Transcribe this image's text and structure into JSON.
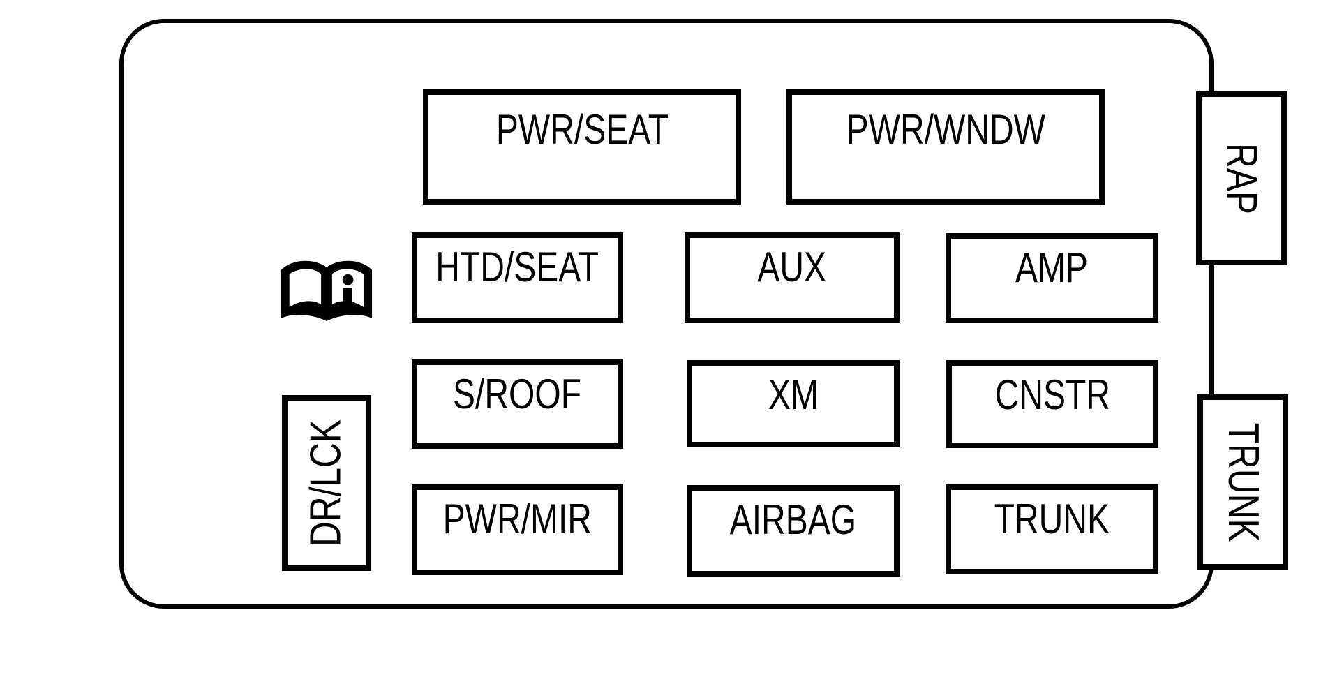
{
  "colors": {
    "line": "#000000",
    "background": "#ffffff"
  },
  "icons": {
    "owners_manual": "open-book-info-icon"
  },
  "fuse_labels": {
    "pwr_seat": "PWR/SEAT",
    "pwr_wndw": "PWR/WNDW",
    "rap": "RAP",
    "htd_seat": "HTD/SEAT",
    "aux": "AUX",
    "amp": "AMP",
    "s_roof": "S/ROOF",
    "xm": "XM",
    "cnstr": "CNSTR",
    "dr_lck": "DR/LCK",
    "pwr_mir": "PWR/MIR",
    "airbag": "AIRBAG",
    "trunk": "TRUNK",
    "trunk_side": "TRUNK"
  }
}
